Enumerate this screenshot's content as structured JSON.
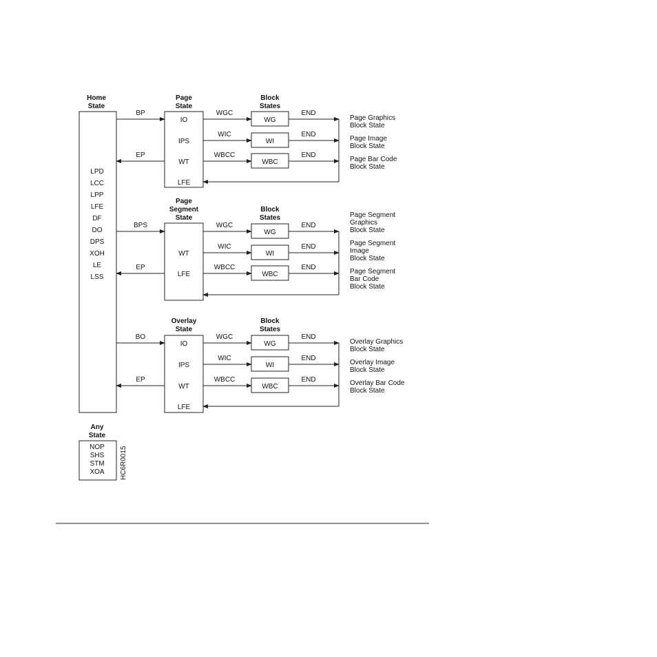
{
  "home": {
    "title": [
      "Home",
      "State"
    ],
    "items": [
      "LPD",
      "LCC",
      "LPP",
      "LFE",
      "DF",
      "DO",
      "DPS",
      "XOH",
      "LE",
      "LSS"
    ]
  },
  "any_state": {
    "title": [
      "Any",
      "State"
    ],
    "items": [
      "NOP",
      "SHS",
      "STM",
      "XOA"
    ]
  },
  "figure_id": "HC6R0015",
  "groups": [
    {
      "state_title": [
        "Page",
        "State"
      ],
      "block_title": [
        "Block",
        "States"
      ],
      "enter_label": "BP",
      "exit_label": "EP",
      "rows": [
        {
          "state": "IO",
          "trans": "WGC",
          "block": "WG",
          "end": "END",
          "desc": [
            "Page Graphics",
            "Block State"
          ]
        },
        {
          "state": "IPS",
          "trans": "WIC",
          "block": "WI",
          "end": "END",
          "desc": [
            "Page Image",
            "Block State"
          ]
        },
        {
          "state": "WT",
          "trans": "WBCC",
          "block": "WBC",
          "end": "END",
          "desc": [
            "Page Bar Code",
            "Block State"
          ]
        }
      ],
      "bottom": "LFE"
    },
    {
      "state_title": [
        "Page",
        "Segment",
        "State"
      ],
      "block_title": [
        "Block",
        "States"
      ],
      "enter_label": "BPS",
      "exit_label": "EP",
      "rows": [
        {
          "state": "",
          "trans": "WGC",
          "block": "WG",
          "end": "END",
          "desc": [
            "Page Segment",
            "Graphics",
            "Block State"
          ]
        },
        {
          "state": "WT",
          "trans": "WIC",
          "block": "WI",
          "end": "END",
          "desc": [
            "Page Segment",
            "Image",
            "Block State"
          ]
        },
        {
          "state": "LFE",
          "trans": "WBCC",
          "block": "WBC",
          "end": "END",
          "desc": [
            "Page Segment",
            "Bar Code",
            "Block State"
          ]
        }
      ],
      "bottom": ""
    },
    {
      "state_title": [
        "Overlay",
        "State"
      ],
      "block_title": [
        "Block",
        "States"
      ],
      "enter_label": "BO",
      "exit_label": "EP",
      "rows": [
        {
          "state": "IO",
          "trans": "WGC",
          "block": "WG",
          "end": "END",
          "desc": [
            "Overlay Graphics",
            "Block State"
          ]
        },
        {
          "state": "IPS",
          "trans": "WIC",
          "block": "WI",
          "end": "END",
          "desc": [
            "Overlay Image",
            "Block State"
          ]
        },
        {
          "state": "WT",
          "trans": "WBCC",
          "block": "WBC",
          "end": "END",
          "desc": [
            "Overlay Bar Code",
            "Block State"
          ]
        }
      ],
      "bottom": "LFE"
    }
  ]
}
